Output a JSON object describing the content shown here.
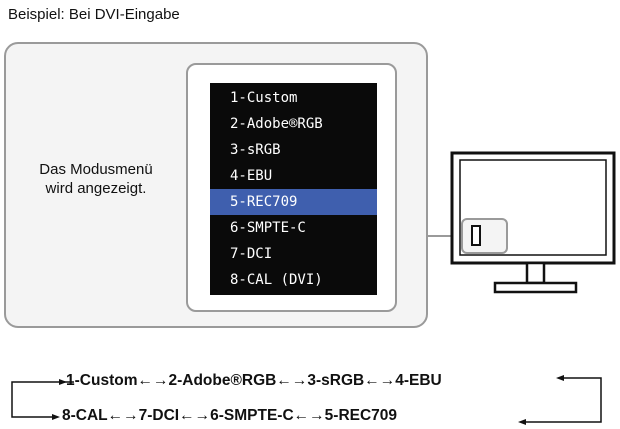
{
  "caption": "Beispiel: Bei DVI-Eingabe",
  "description": [
    "Das Modusmenü",
    "wird angezeigt."
  ],
  "mode_menu": {
    "items": [
      "1-Custom",
      "2-Adobe®RGB",
      "3-sRGB",
      "4-EBU",
      "5-REC709",
      "6-SMPTE-C",
      "7-DCI",
      "8-CAL (DVI)"
    ],
    "selected_index": 4,
    "highlight_color": "#3f5fae"
  },
  "flow": {
    "top_row": [
      "1-Custom",
      "2-Adobe®RGB",
      "3-sRGB",
      "4-EBU"
    ],
    "bottom_row": [
      "8-CAL",
      "7-DCI",
      "6-SMPTE-C",
      "5-REC709"
    ],
    "arrow": "←→"
  }
}
